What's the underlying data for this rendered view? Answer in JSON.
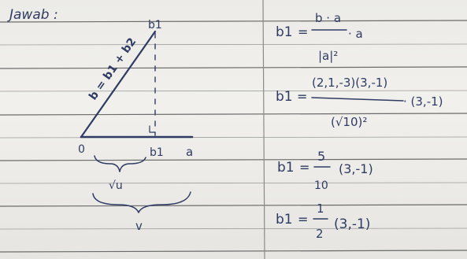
{
  "heading": "Jawab :",
  "diagram": {
    "origin_label": "0",
    "vector_a_label": "a",
    "vector_b_label": "b = b1 + b2",
    "b1_label": "b1",
    "b2_top_label": "b1",
    "right_angle_mark": "˩",
    "u_label": "√u",
    "v_label": "v"
  },
  "work": {
    "line1": {
      "lhs": "b1",
      "eq": "=",
      "num": "b · a",
      "den": "|a|²",
      "tail": "· a"
    },
    "line2": {
      "lhs": "b1",
      "eq": "=",
      "num": "(2,1,-3)(3,-1)",
      "den": "(√10)²",
      "tail": "· (3,-1)"
    },
    "line3": {
      "lhs": "b1",
      "eq": "=",
      "num": "5",
      "den": "10",
      "tail": "(3,-1)"
    },
    "line4": {
      "lhs": "b1",
      "eq": "=",
      "num": "1",
      "den": "2",
      "tail": "(3,-1)"
    }
  },
  "colors": {
    "paper": "#efeeea",
    "rule": "#6b6b6b",
    "margin": "#8a8a8a",
    "ink": "#2f3b63"
  }
}
